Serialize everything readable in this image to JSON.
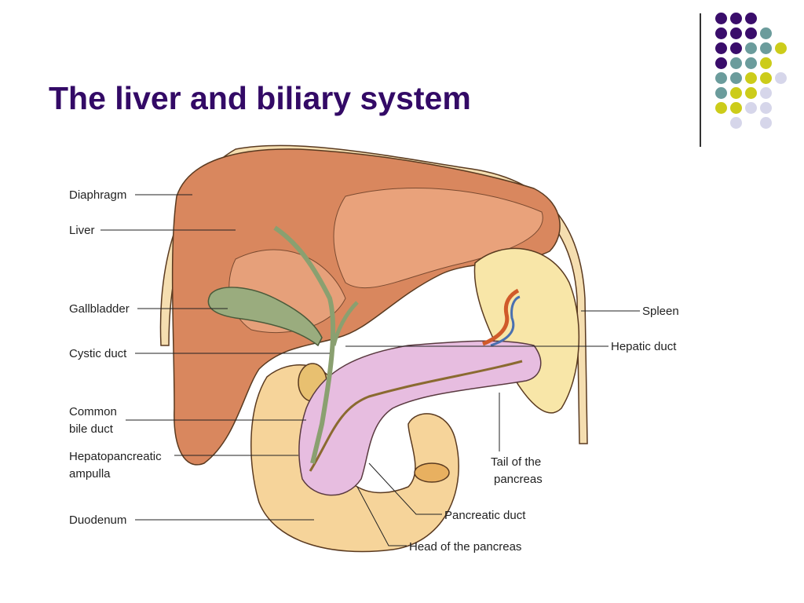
{
  "slide": {
    "title": "The liver and biliary system"
  },
  "decoration": {
    "dot_colors": {
      "purple": "#3a0d6b",
      "teal": "#6b9c9c",
      "yellow": "#cccc1a",
      "lavender": "#d6d6ea"
    },
    "dot_grid": [
      [
        "purple",
        "purple",
        "purple",
        null,
        null
      ],
      [
        "purple",
        "purple",
        "purple",
        "teal",
        null
      ],
      [
        "purple",
        "purple",
        "teal",
        "teal",
        "yellow"
      ],
      [
        "purple",
        "teal",
        "teal",
        "yellow",
        null
      ],
      [
        "teal",
        "teal",
        "yellow",
        "yellow",
        "lavender"
      ],
      [
        "teal",
        "yellow",
        "yellow",
        "lavender",
        null
      ],
      [
        "yellow",
        "yellow",
        "lavender",
        "lavender",
        null
      ],
      [
        null,
        "lavender",
        null,
        "lavender",
        null
      ]
    ]
  },
  "diagram": {
    "labels": {
      "diaphragm": "Diaphragm",
      "liver": "Liver",
      "gallbladder": "Gallbladder",
      "cystic_duct": "Cystic duct",
      "common_bile_duct_1": "Common",
      "common_bile_duct_2": "bile duct",
      "ampulla_1": "Hepatopancreatic",
      "ampulla_2": "ampulla",
      "duodenum": "Duodenum",
      "spleen": "Spleen",
      "hepatic_duct": "Hepatic duct",
      "tail_1": "Tail of the",
      "tail_2": "pancreas",
      "pancreatic_duct": "Pancreatic duct",
      "head_pancreas": "Head of the pancreas"
    }
  }
}
